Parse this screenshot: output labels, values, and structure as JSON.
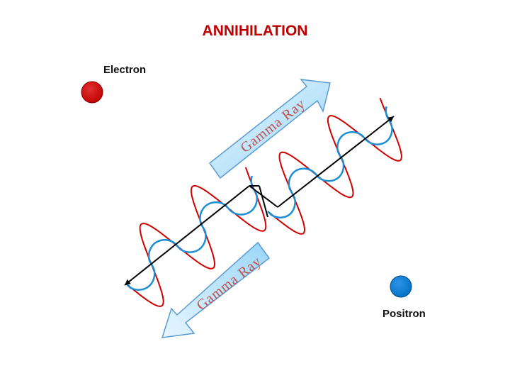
{
  "title": "ANNIHILATION",
  "labels": {
    "electron": "Electron",
    "positron": "Positron",
    "gamma_upper": "Gamma Ray",
    "gamma_lower": "Gamma Ray"
  },
  "colors": {
    "title": "#c00000",
    "electron": "#c00000",
    "positron": "#0070c0",
    "arrow_fill_light": "#e6f6ff",
    "arrow_fill_dark": "#9ad6f6",
    "arrow_stroke": "#5b9bd5",
    "gamma_text": "#c0504d",
    "wave_red": "#d00000",
    "wave_blue": "#1b8fd6",
    "axis": "#000000"
  },
  "icons": {
    "electron": "electron-particle-icon",
    "positron": "positron-particle-icon"
  }
}
